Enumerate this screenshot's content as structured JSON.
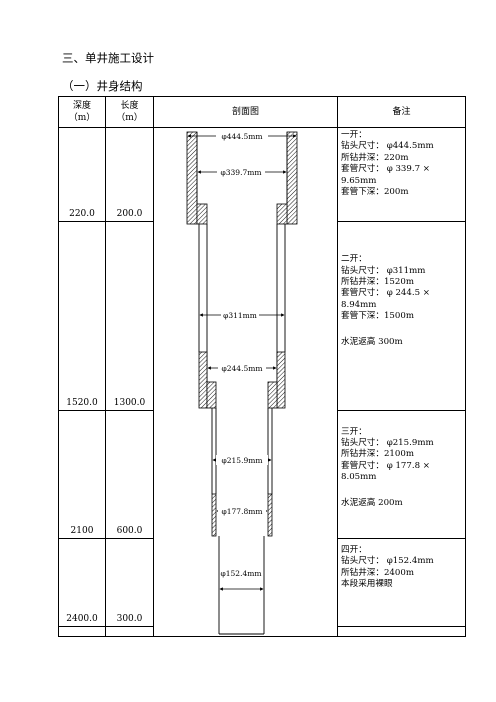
{
  "section_title": "三、单井施工设计",
  "subsection_title": "（一）井身结构",
  "table": {
    "headers": {
      "depth": "深度",
      "depth_unit": "（m）",
      "length": "长度",
      "length_unit": "（m）",
      "profile": "剖面图",
      "remarks": "备注"
    },
    "rows": [
      {
        "depth": "220.0",
        "length": "200.0"
      },
      {
        "depth": "1520.0",
        "length": "1300.0"
      },
      {
        "depth": "2100",
        "length": "600.0"
      },
      {
        "depth": "2400.0",
        "length": "300.0"
      }
    ],
    "remarks": [
      {
        "lines": [
          "一开：",
          "钻头尺寸： φ444.5mm",
          "所钻井深：220m",
          "套管尺寸： φ 339.7 ×",
          "9.65mm",
          "套管下深：200m"
        ]
      },
      {
        "lines": [
          "二开：",
          "钻头尺寸： φ311mm",
          "所钻井深：1520m",
          "套管尺寸： φ 244.5 ×",
          "8.94mm",
          "套管下深：1500m",
          "",
          "水泥返高 300m"
        ]
      },
      {
        "lines": [
          "三开：",
          "钻头尺寸： φ215.9mm",
          "所钻井深：2100m",
          "套管尺寸： φ 177.8 ×",
          "8.05mm",
          "",
          "水泥返高 200m"
        ]
      },
      {
        "lines": [
          "四开：",
          "钻头尺寸： φ152.4mm",
          "所钻井深：2400m",
          "本段采用裸眼"
        ]
      }
    ]
  },
  "diagram_labels": {
    "bit1": "φ444.5mm",
    "casing1": "φ339.7mm",
    "bit2": "φ311mm",
    "casing2": "φ244.5mm",
    "bit3": "φ215.9mm",
    "casing3": "φ177.8mm",
    "bit4": "φ152.4mm"
  }
}
